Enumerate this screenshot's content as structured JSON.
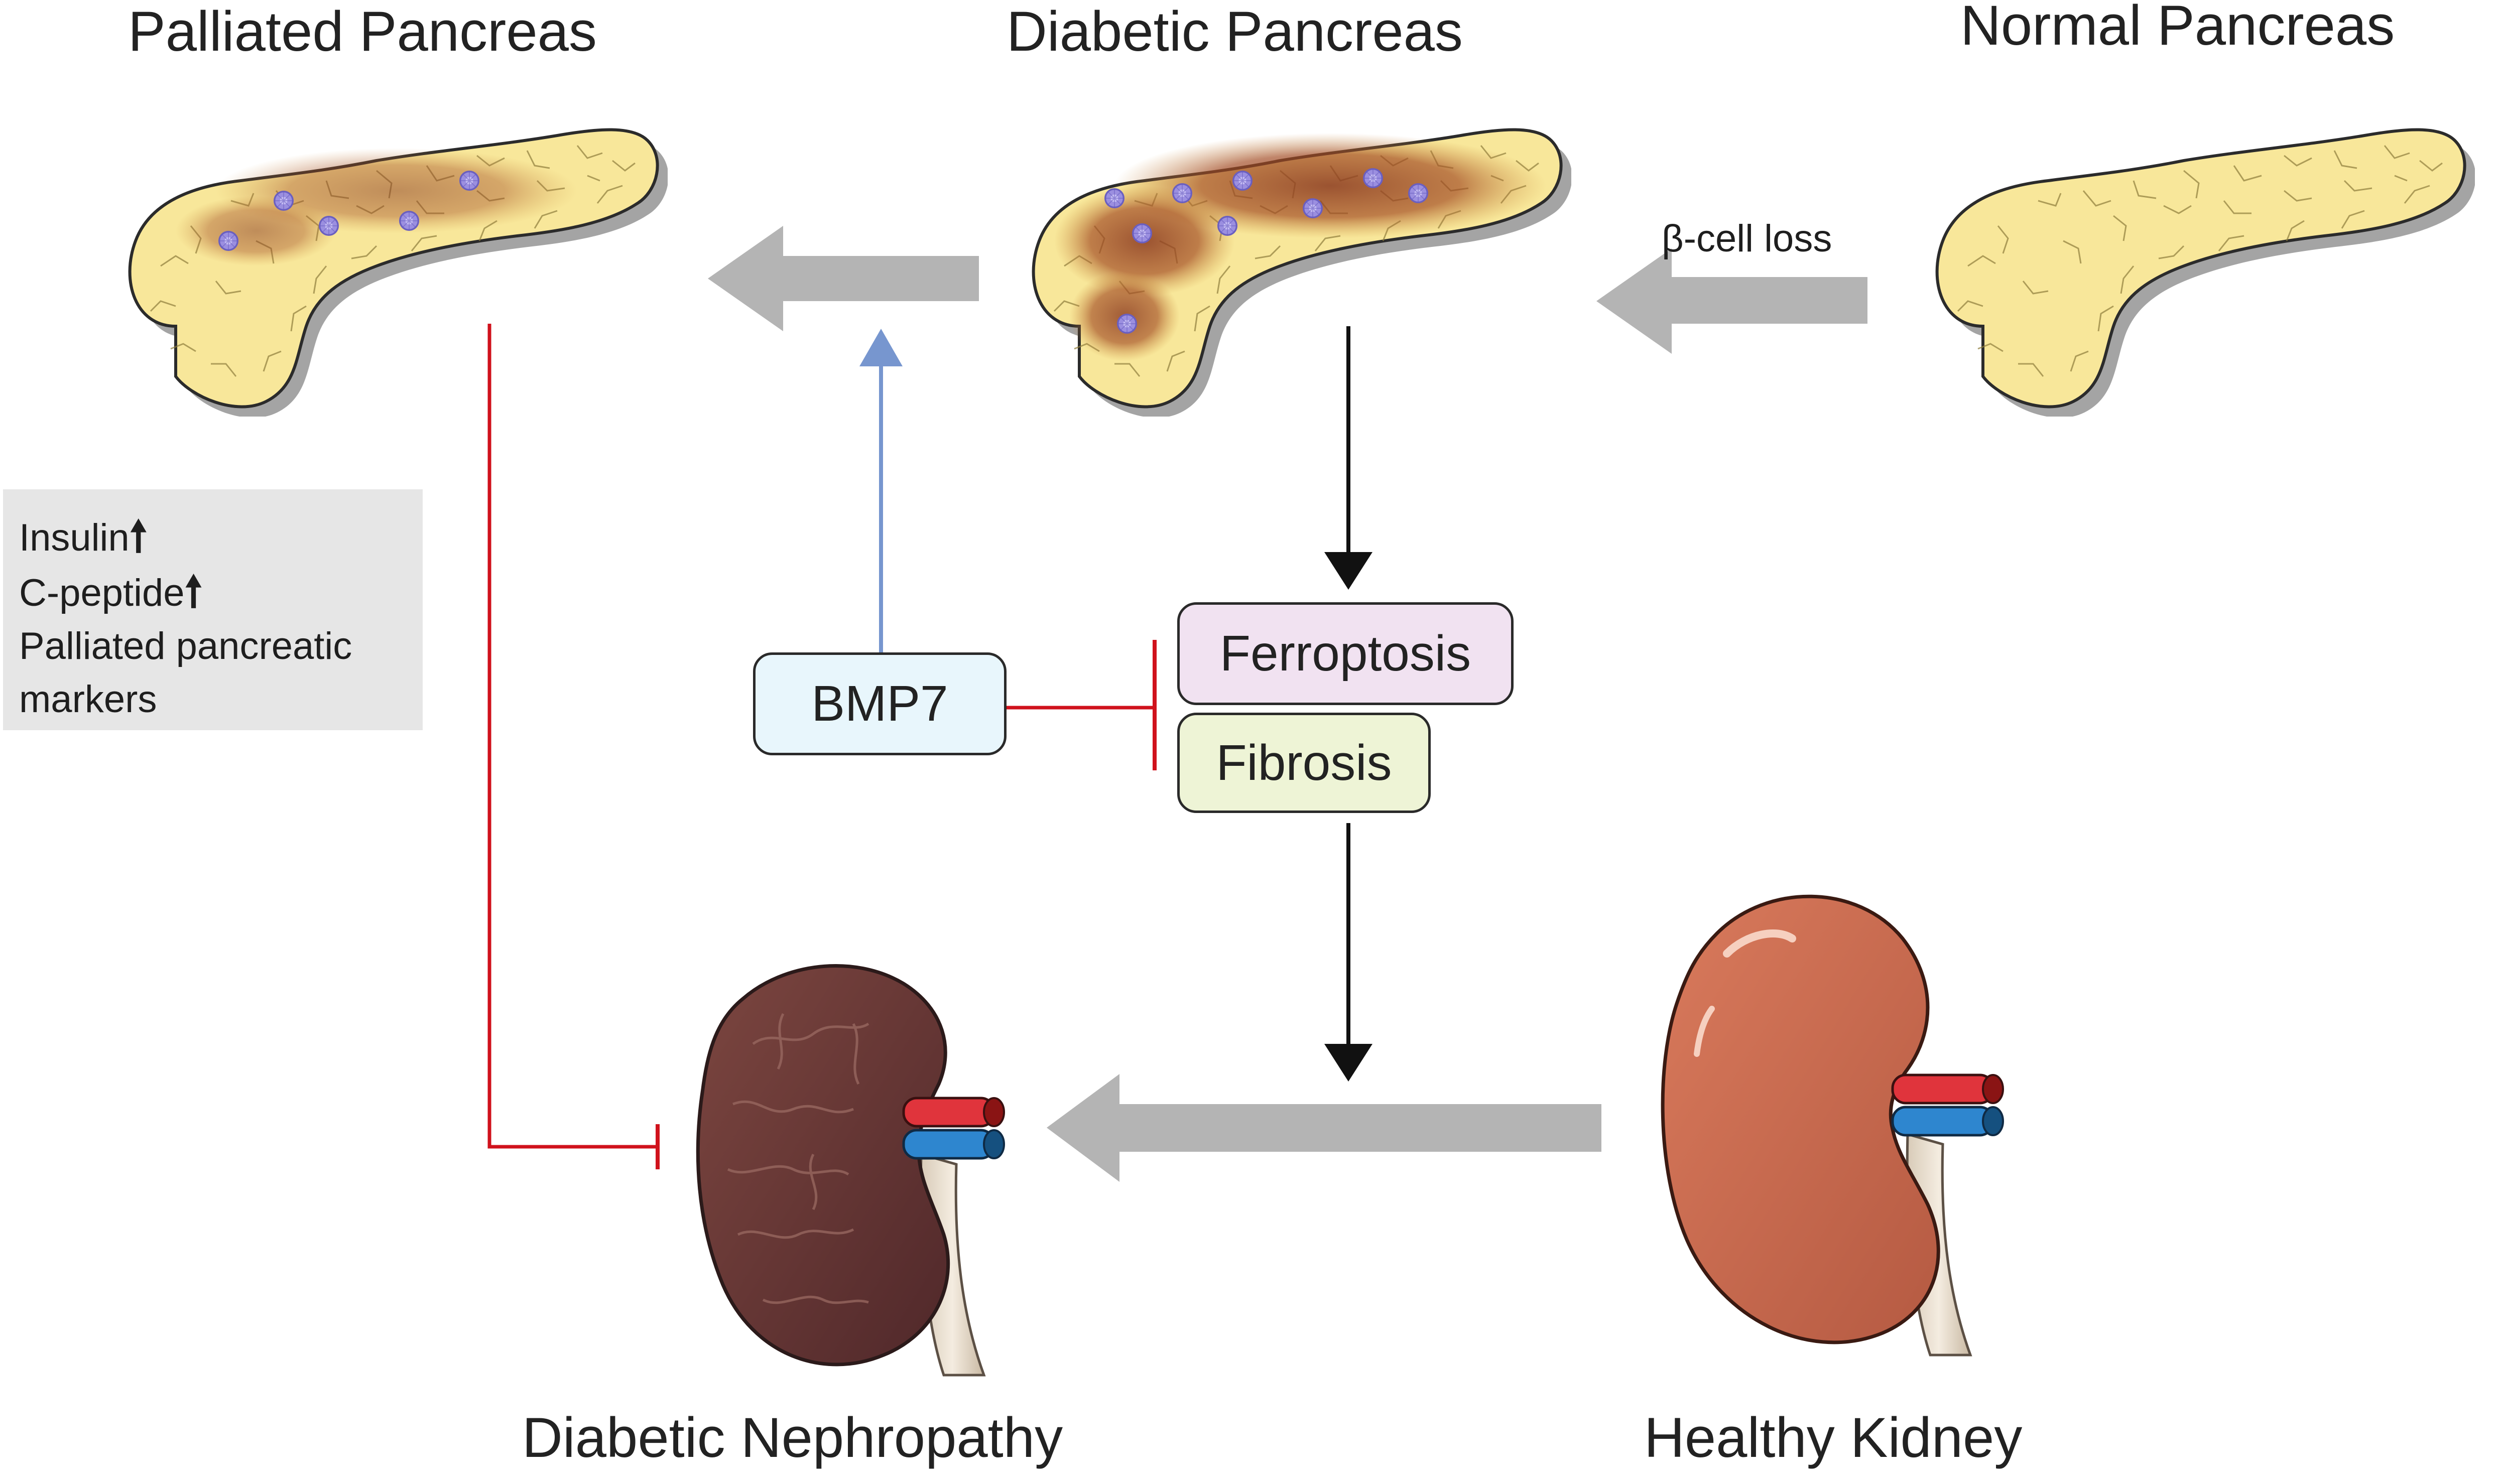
{
  "titles": {
    "palliated_pancreas": "Palliated Pancreas",
    "diabetic_pancreas": "Diabetic Pancreas",
    "normal_pancreas": "Normal Pancreas",
    "diabetic_nephropathy": "Diabetic Nephropathy",
    "healthy_kidney": "Healthy Kidney"
  },
  "labels": {
    "beta_cell_loss": "β-cell loss"
  },
  "nodes": {
    "bmp7": "BMP7",
    "ferroptosis": "Ferroptosis",
    "fibrosis": "Fibrosis"
  },
  "markers": {
    "insulin": "Insulin",
    "c_peptide": "C-peptide",
    "palliated_line1": "Palliated pancreatic",
    "palliated_line2": "markers",
    "up_arrow": "🠕"
  },
  "colors": {
    "pancreas_fill": "#f8e79a",
    "lesion": "#8b3a1f",
    "islet": "#9b8fe0",
    "gray_arrow": "#b4b4b4",
    "inhibition": "#d0121c",
    "activation_blue": "#7796cf",
    "bmp7_box": "#e8f6fc",
    "ferroptosis_box": "#f1e2f1",
    "fibrosis_box": "#eef4d6",
    "healthy_kidney": "#c9684f",
    "diseased_kidney": "#6b3a33"
  }
}
